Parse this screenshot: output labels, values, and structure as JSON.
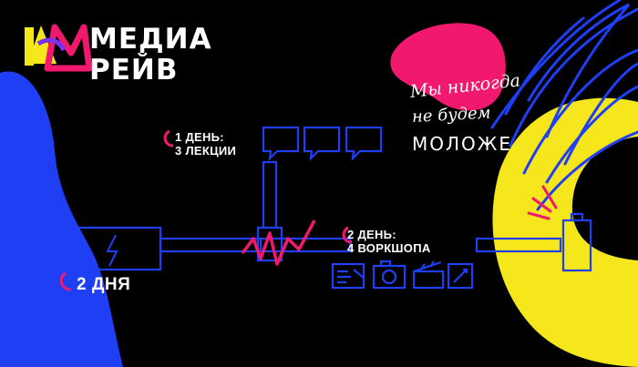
{
  "logo": {
    "line1": "МЕДИА",
    "line2": "РЕЙВ"
  },
  "slogan": {
    "line1": "Мы никогда",
    "line2": "не будем",
    "line3": "МОЛОЖЕ"
  },
  "day1": {
    "line1": "1 ДЕНЬ:",
    "line2": "3 ЛЕКЦИИ"
  },
  "day2": {
    "line1": "2 ДЕНЬ:",
    "line2": "4 ВОРКШОПА"
  },
  "duration": "2 ДНЯ",
  "icons": [
    "battery-bolt-icon",
    "speech-bubble-icon",
    "news-icon",
    "camera-icon",
    "clapperboard-icon",
    "drawing-tablet-icon",
    "battery-icon"
  ],
  "colors": {
    "background": "#000000",
    "blue": "#1f3ff5",
    "pink": "#f0196e",
    "yellow": "#f5e71b",
    "white": "#ffffff"
  }
}
